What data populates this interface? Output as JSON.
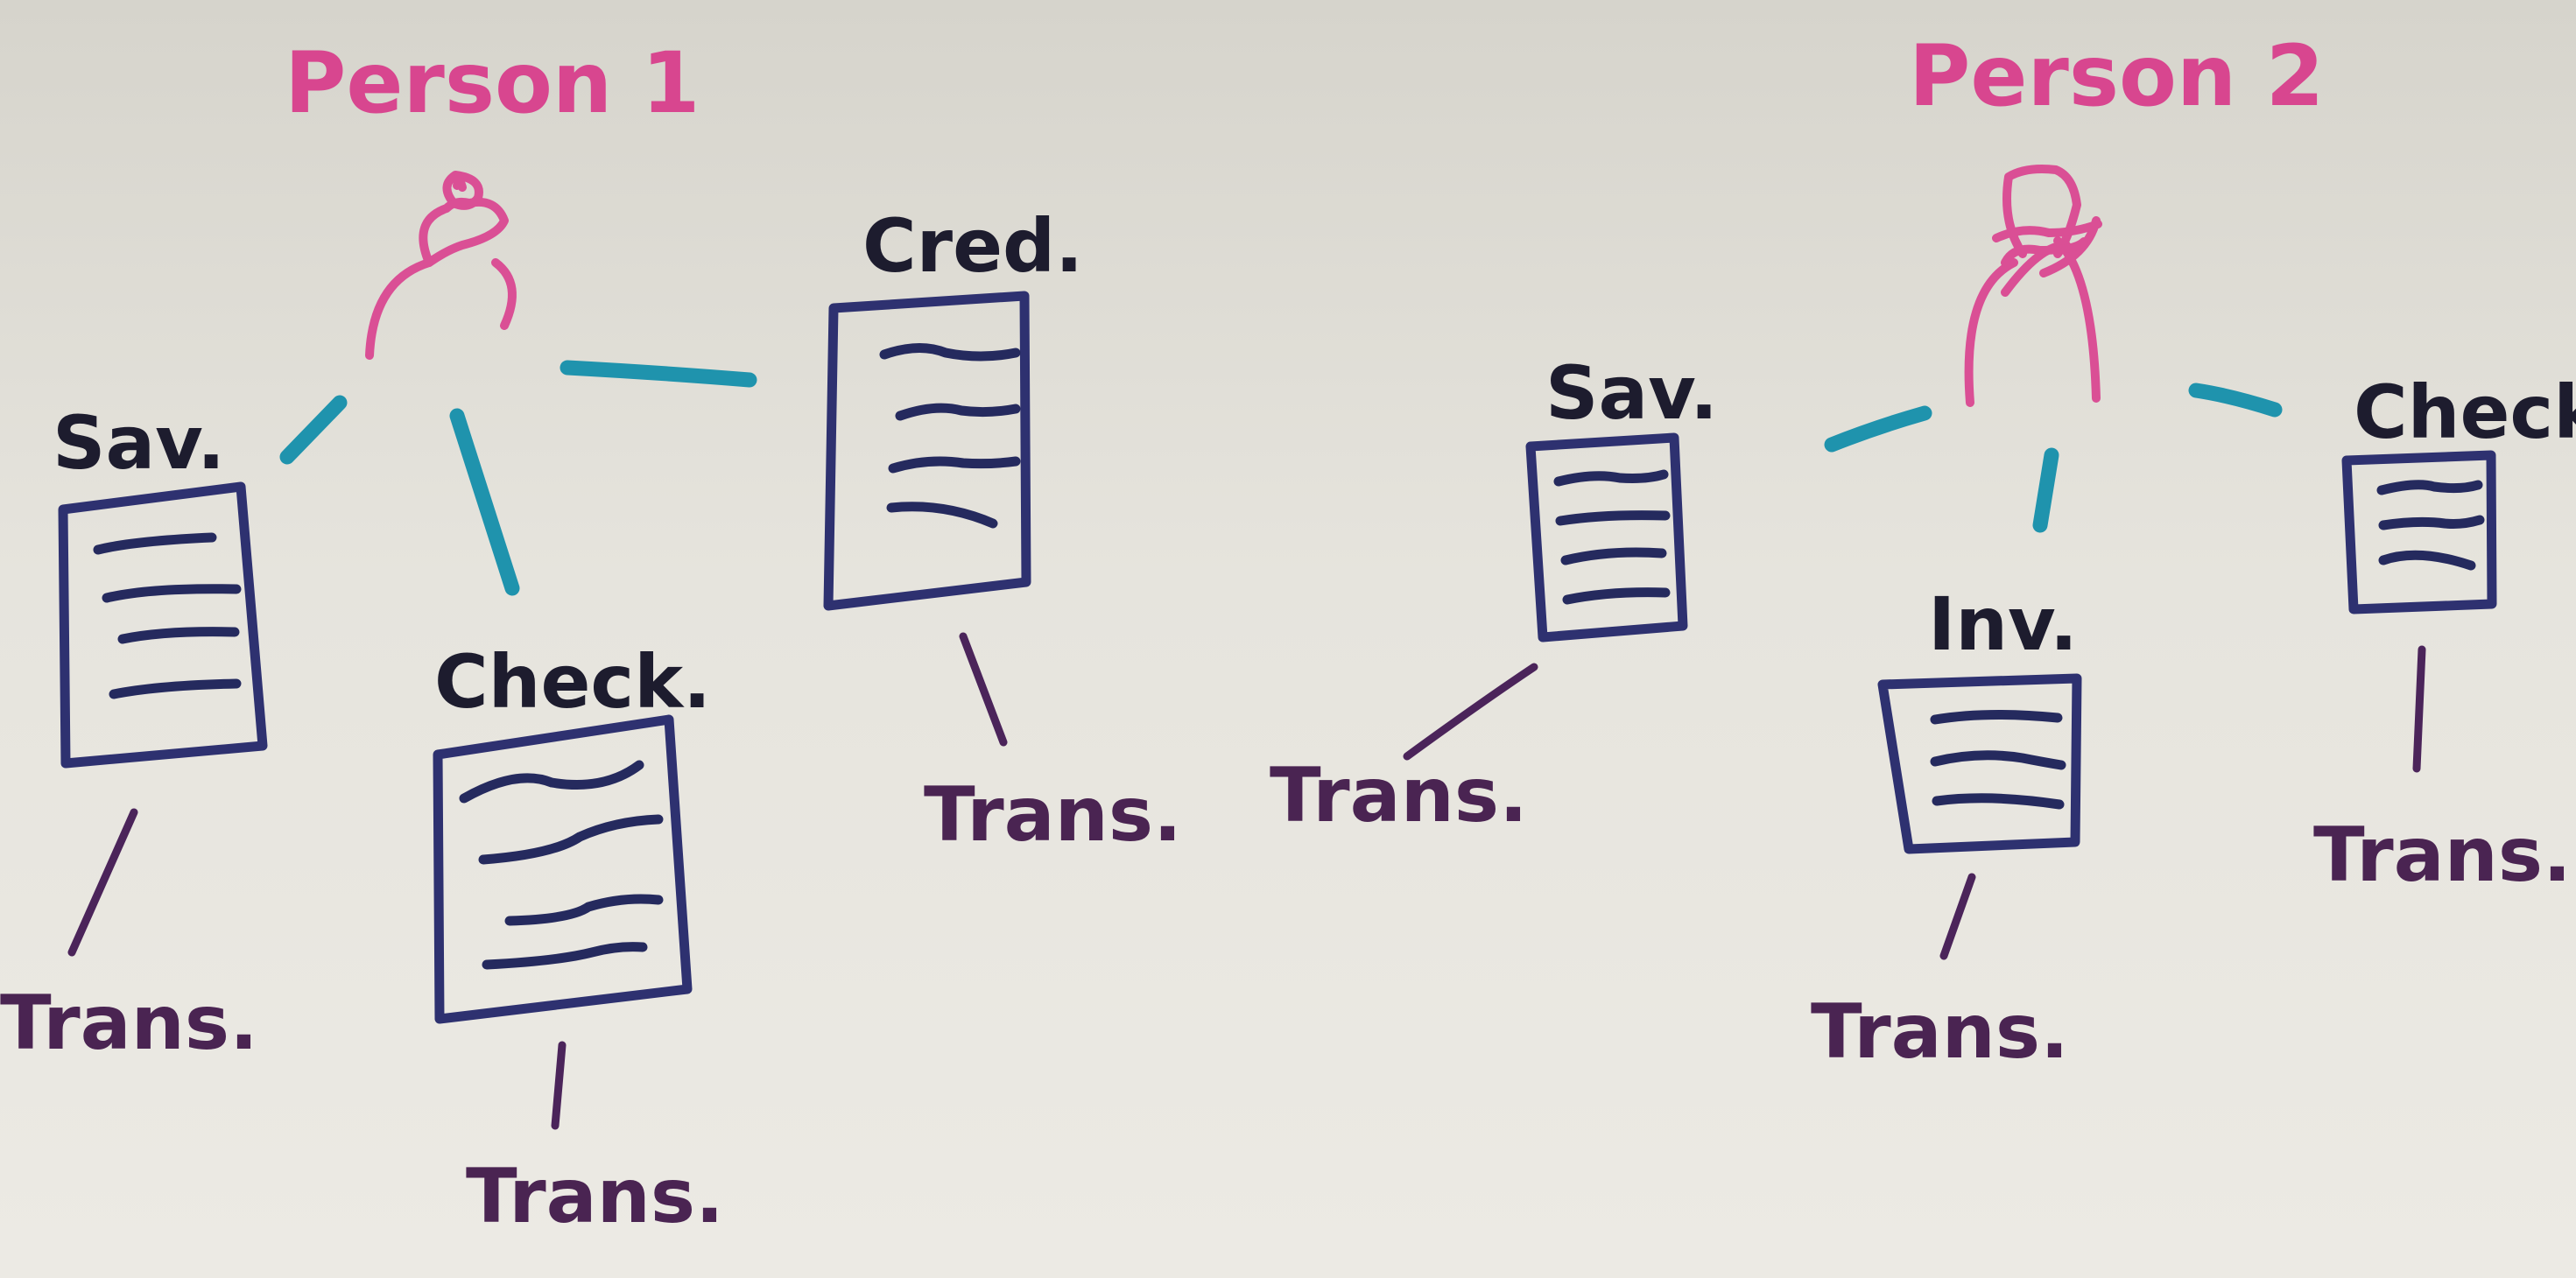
{
  "board": {
    "person_1": {
      "label": "Person 1",
      "accounts": {
        "savings": {
          "label": "Sav.",
          "transactions": "Trans."
        },
        "checking": {
          "label": "Check.",
          "transactions": "Trans."
        },
        "credit": {
          "label": "Cred.",
          "transactions": "Trans."
        }
      }
    },
    "person_2": {
      "label": "Person 2",
      "accounts": {
        "savings": {
          "label": "Sav.",
          "transactions": "Trans."
        },
        "investment": {
          "label": "Inv.",
          "transactions": "Trans."
        },
        "checking": {
          "label": "Check.",
          "transactions": "Trans."
        }
      }
    }
  },
  "colors": {
    "person": "#da4f95",
    "account_link": "#1f93ad",
    "transaction_link": "#4b245a",
    "document": "#2e3170"
  }
}
